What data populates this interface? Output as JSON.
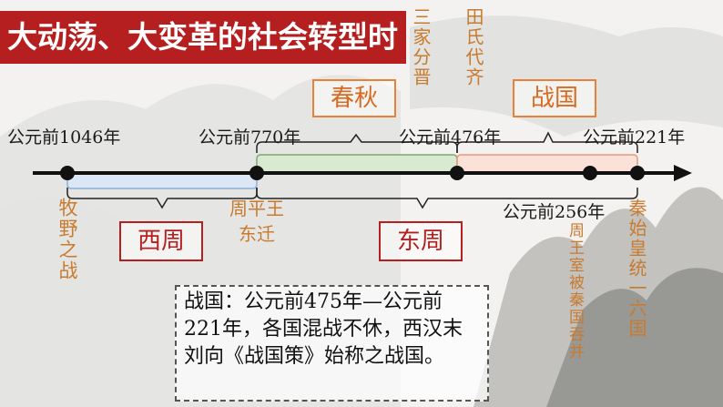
{
  "title": "大动荡、大变革的社会转型时",
  "years": {
    "y1046": "公元前1046年",
    "y770": "公元前770年",
    "y476": "公元前476年",
    "y221": "公元前221年",
    "y256": "公元前256年"
  },
  "periods": {
    "chunqiu": "春秋",
    "zhanguo": "战国",
    "xizhou": "西周",
    "dongzhou": "东周"
  },
  "events": {
    "sanjia": "三家分晋",
    "tianshi": "田氏代齐",
    "muye": "牧野之战",
    "pingwang": "周平王东迁",
    "zhouwang": "周王室被秦国吞并",
    "qinshi": "秦始皇统一六国"
  },
  "note": "战国：公元前475年—公元前221年，各国混战不休，西汉末刘向《战国策》始称之战国。",
  "colors": {
    "title_bg": "#b51f1f",
    "orange": "#e8823a",
    "red": "#b51f1f",
    "green_band": "#d9ead3",
    "blue_band": "#dbe7f5",
    "pink_band": "#fbe1d8"
  }
}
